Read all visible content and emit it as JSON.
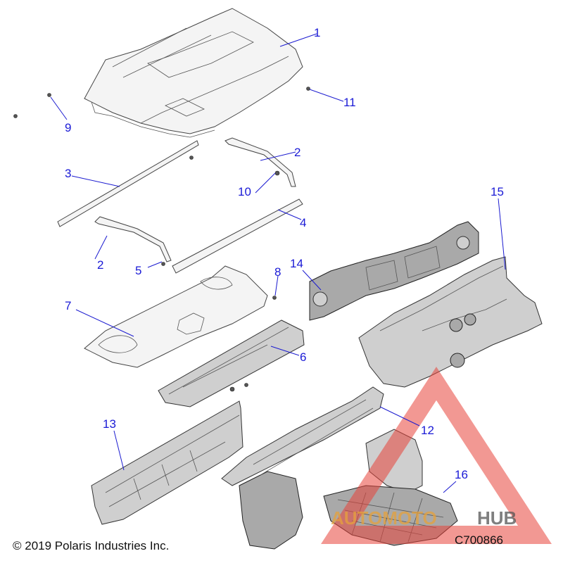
{
  "callouts": [
    {
      "id": "1",
      "label": "1"
    },
    {
      "id": "2a",
      "label": "2"
    },
    {
      "id": "2b",
      "label": "2"
    },
    {
      "id": "3",
      "label": "3"
    },
    {
      "id": "4",
      "label": "4"
    },
    {
      "id": "5",
      "label": "5"
    },
    {
      "id": "6",
      "label": "6"
    },
    {
      "id": "7",
      "label": "7"
    },
    {
      "id": "8",
      "label": "8"
    },
    {
      "id": "9",
      "label": "9"
    },
    {
      "id": "10",
      "label": "10"
    },
    {
      "id": "11",
      "label": "11"
    },
    {
      "id": "12",
      "label": "12"
    },
    {
      "id": "13",
      "label": "13"
    },
    {
      "id": "14",
      "label": "14"
    },
    {
      "id": "15",
      "label": "15"
    },
    {
      "id": "16",
      "label": "16"
    }
  ],
  "copyright": "© 2019 Polaris Industries Inc.",
  "diagram_code": "C700866",
  "watermark": {
    "brand_auto": "AUTOMOTO",
    "brand_hub": "HUB",
    "color_red": "#e8443a",
    "color_gold": "#e6a23c",
    "color_gray": "#555555"
  },
  "colors": {
    "callout_blue": "#1a1ad6"
  }
}
